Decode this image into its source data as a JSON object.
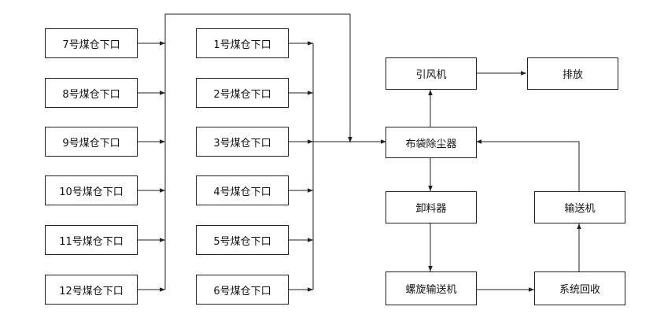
{
  "left_column": [
    {
      "id": "bin7",
      "label": "7号煤仓下口"
    },
    {
      "id": "bin8",
      "label": "8号煤仓下口"
    },
    {
      "id": "bin9",
      "label": "9号煤仓下口"
    },
    {
      "id": "bin10",
      "label": "10号煤仓下口"
    },
    {
      "id": "bin11",
      "label": "11号煤仓下口"
    },
    {
      "id": "bin12",
      "label": "12号煤仓下口"
    }
  ],
  "middle_column": [
    {
      "id": "bin1",
      "label": "1号煤仓下口"
    },
    {
      "id": "bin2",
      "label": "2号煤仓下口"
    },
    {
      "id": "bin3",
      "label": "3号煤仓下口"
    },
    {
      "id": "bin4",
      "label": "4号煤仓下口"
    },
    {
      "id": "bin5",
      "label": "5号煤仓下口"
    },
    {
      "id": "bin6",
      "label": "6号煤仓下口"
    }
  ],
  "right_nodes": {
    "fan": "引风机",
    "exhaust": "排放",
    "bag_filter": "布袋除尘器",
    "unloader": "卸料器",
    "conveyor": "输送机",
    "screw_conveyor": "螺旋输送机",
    "recovery": "系统回收"
  }
}
